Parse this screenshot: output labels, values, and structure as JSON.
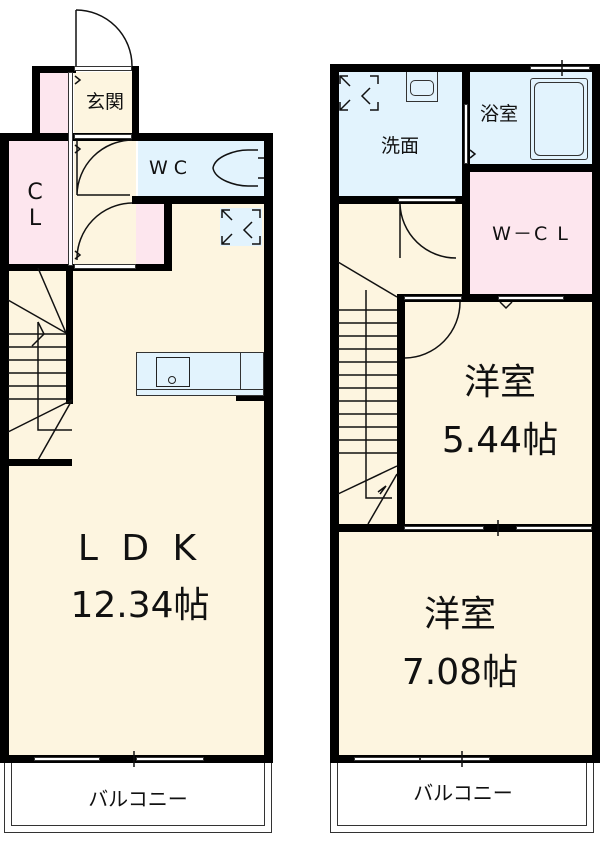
{
  "floor1": {
    "entrance": {
      "label": "玄関"
    },
    "closet": {
      "label_line1": "C",
      "label_line2": "L"
    },
    "wc": {
      "label": "W C"
    },
    "ldk": {
      "name": "L D K",
      "size": "12.34帖"
    },
    "balcony": {
      "label": "バルコニー"
    }
  },
  "floor2": {
    "washroom": {
      "label": "洗面"
    },
    "bathroom": {
      "label": "浴室"
    },
    "walk_in_closet": {
      "label": "W－C L"
    },
    "bedroom1": {
      "name": "洋室",
      "size": "5.44帖"
    },
    "bedroom2": {
      "name": "洋室",
      "size": "7.08帖"
    },
    "balcony": {
      "label": "バルコニー"
    }
  },
  "colors": {
    "living": "#fdf5e0",
    "wet_area": "#e2f3fd",
    "storage": "#fde6ee",
    "wall": "#000000"
  }
}
